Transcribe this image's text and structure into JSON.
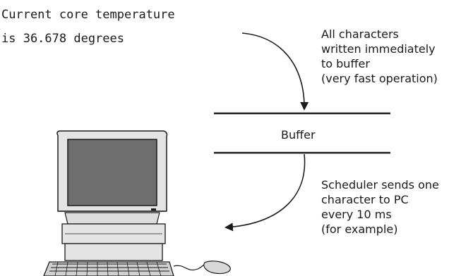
{
  "console": {
    "line1": "Current core temperature",
    "line2": "is 36.678 degrees"
  },
  "buffer": {
    "label": "Buffer"
  },
  "notes": {
    "write_to_buffer": "All characters\nwritten immediately\nto buffer\n(very fast operation)",
    "scheduler": "Scheduler sends one\ncharacter to PC\nevery 10 ms\n(for example)"
  },
  "icons": [
    "arrow-icon",
    "computer-icon",
    "monitor-icon",
    "keyboard-icon",
    "mouse-icon"
  ],
  "colors": {
    "ink": "#1a1a1a",
    "screen": "#6e6e6e",
    "body": "#e4e4e4"
  }
}
